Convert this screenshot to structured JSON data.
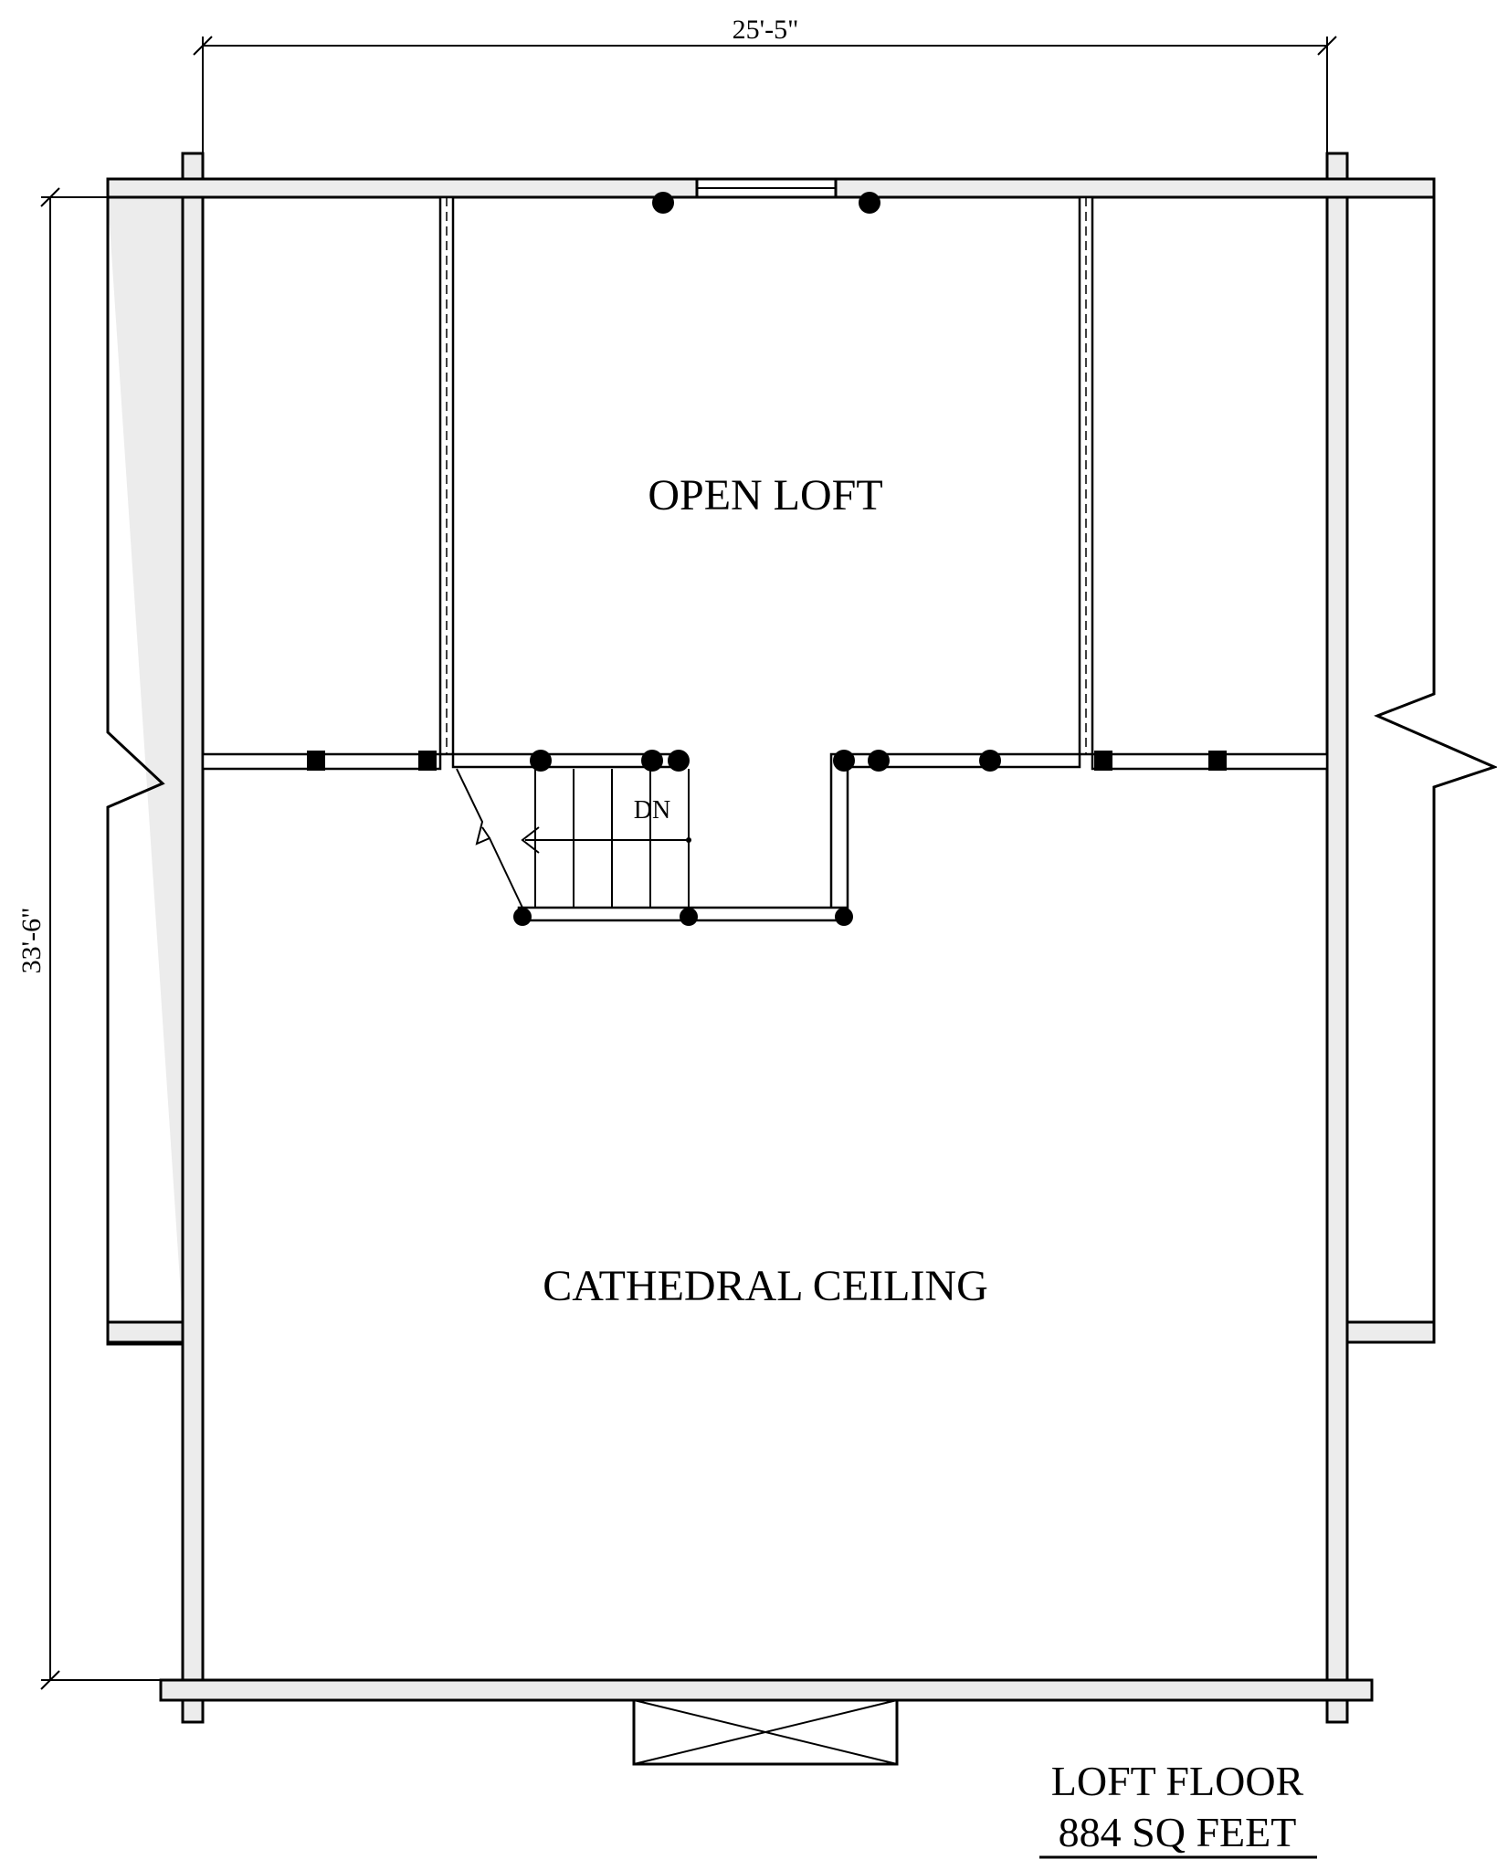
{
  "dimensions": {
    "width": "25'-5\"",
    "depth": "33'-6\""
  },
  "rooms": {
    "open_loft": "OPEN LOFT",
    "cathedral_ceiling": "CATHEDRAL CEILING"
  },
  "stair": {
    "direction": "DN"
  },
  "title": {
    "line1": "LOFT FLOOR",
    "line2": "884 SQ FEET"
  }
}
